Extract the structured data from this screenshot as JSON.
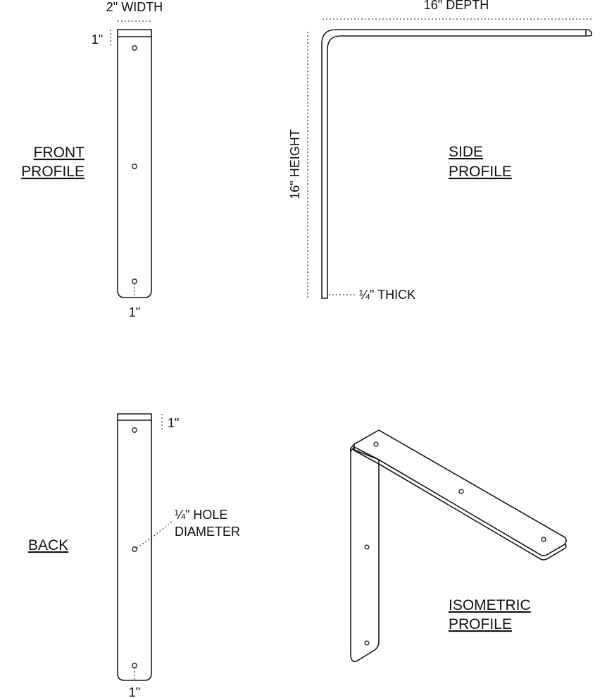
{
  "labels": {
    "front_profile": [
      "FRONT",
      "PROFILE"
    ],
    "side_profile": [
      "SIDE",
      "PROFILE"
    ],
    "back": "BACK",
    "isometric_profile": [
      "ISOMETRIC",
      "PROFILE"
    ]
  },
  "dimensions": {
    "width": "2\" WIDTH",
    "depth": "16\" DEPTH",
    "height": "16\" HEIGHT",
    "thick": "¼\" THICK",
    "front_top_inset": "1\"",
    "front_bottom_inset": "1\"",
    "back_top_inset": "1\"",
    "back_bottom_inset": "1\"",
    "hole_diameter": [
      "¼\" HOLE",
      "DIAMETER"
    ]
  }
}
